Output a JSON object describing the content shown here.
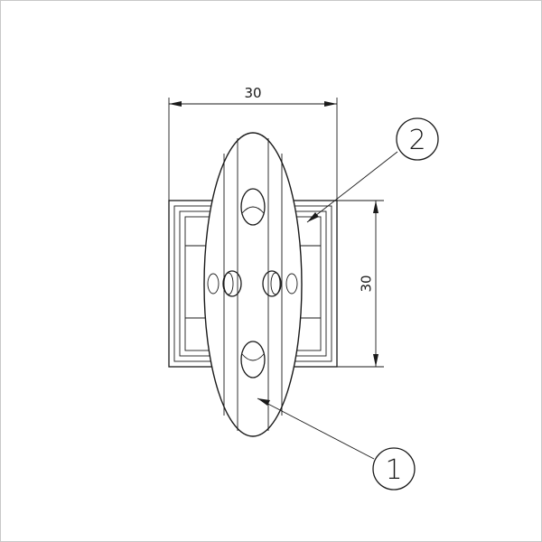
{
  "dimensions": {
    "width_label": "30",
    "height_label": "30"
  },
  "balloons": {
    "part_1": "1",
    "part_2": "2"
  },
  "colors": {
    "line": "#1a1a1a",
    "frame_border": "#c8c8c8",
    "background": "#ffffff"
  }
}
